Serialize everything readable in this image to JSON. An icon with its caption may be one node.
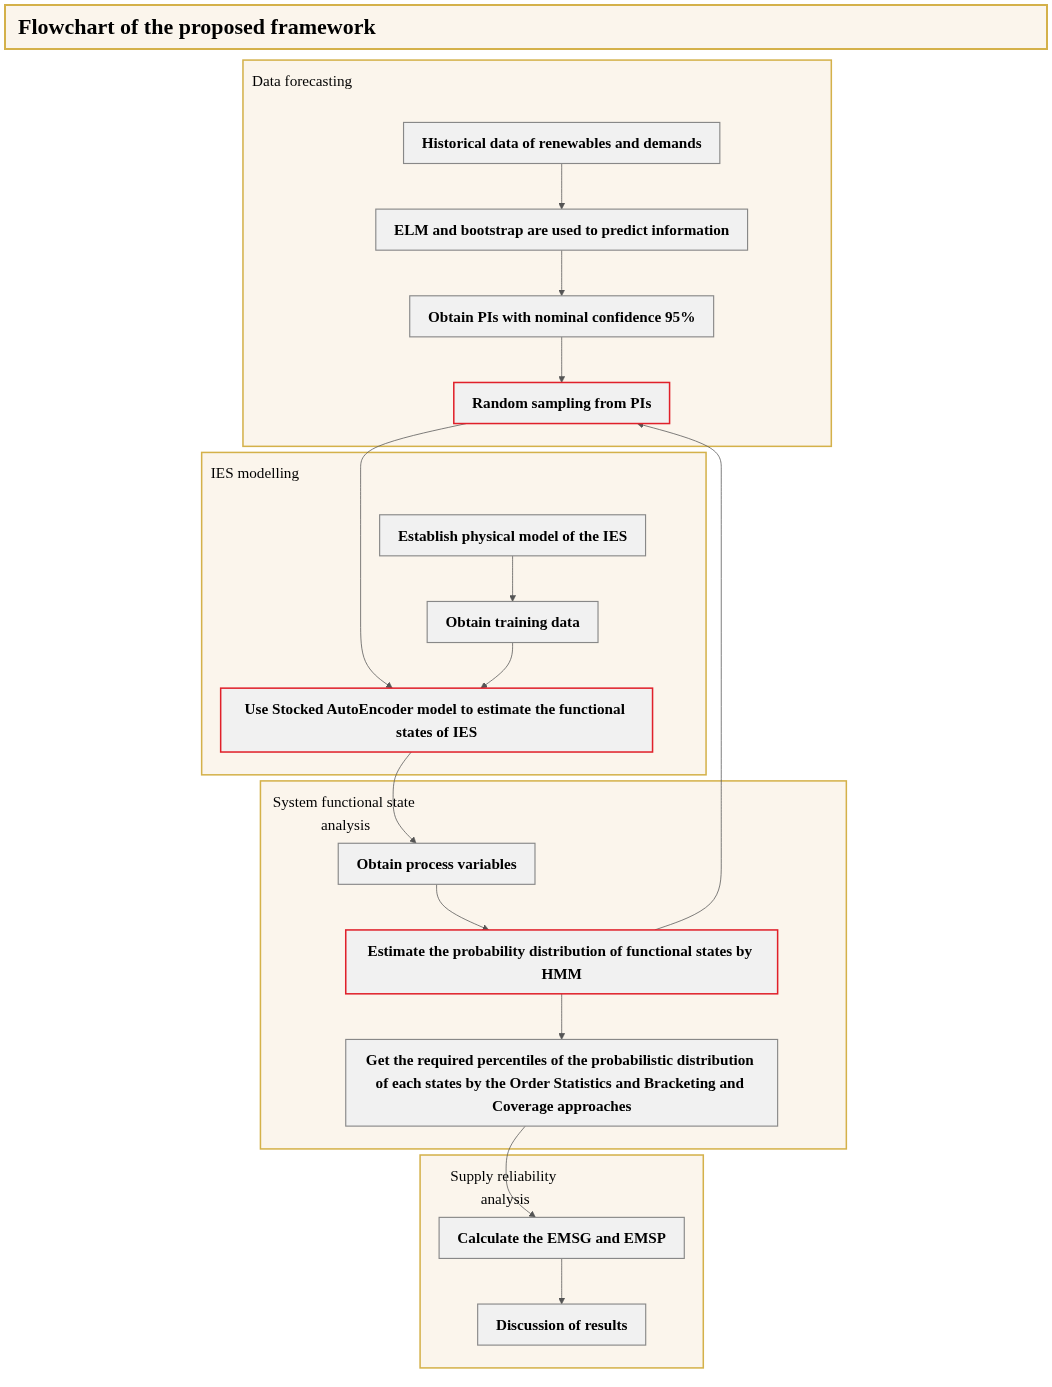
{
  "diagram": {
    "title": "Flowchart of the proposed framework",
    "nodes": [
      {
        "text": [
          "Data forecasting"
        ]
      },
      {
        "text": [
          "Historical data of renewables and demands"
        ],
        "in": 0
      },
      {
        "text": [
          "ELM and bootstrap are used to predict information"
        ],
        "in": 0
      },
      {
        "text": [
          "Obtain PIs with nominal confidence 95%"
        ],
        "in": 0
      },
      {
        "text": [
          "Random sampling from PIs"
        ],
        "in": 0
      },
      {
        "text": [
          "IES modelling"
        ]
      },
      {
        "text": [
          "Establish physical model of the IES"
        ],
        "in": 5
      },
      {
        "text": [
          "Obtain training data"
        ],
        "in": 5
      },
      {
        "text": [
          "Use Stocked AutoEncoder model to estimate the functional states of IES"
        ],
        "in": 5
      },
      {
        "text": [
          "System functional state analysis"
        ]
      },
      {
        "text": [
          "Obtain process variables"
        ],
        "in": 9
      },
      {
        "text": [
          "Estimate the probability distribution of functional states by HMM"
        ],
        "in": 9
      },
      {
        "text": [
          "Get the required percentiles of the probabilistic distribution of each states by the Order Statistics and Bracketing and Coverage approaches"
        ],
        "in": 9
      },
      {
        "text": [
          "Supply reliability analysis"
        ]
      },
      {
        "text": [
          "Calculate the EMSG and EMSP"
        ],
        "in": 13
      },
      {
        "text": [
          "Discussion of results"
        ],
        "in": 13
      }
    ],
    "edges": [
      {
        "from": 1,
        "to": 2,
        "arrow": "to"
      },
      {
        "from": 2,
        "to": 3,
        "arrow": "to"
      },
      {
        "from": 3,
        "to": 4,
        "arrow": "to"
      },
      {
        "from": 4,
        "to": 8,
        "arrow": "to"
      },
      {
        "from": 6,
        "to": 7,
        "arrow": "to"
      },
      {
        "from": 7,
        "to": 8,
        "arrow": "to"
      },
      {
        "from": 8,
        "to": 10,
        "arrow": "to"
      },
      {
        "from": 10,
        "to": 11,
        "arrow": "to"
      },
      {
        "from": 11,
        "to": 4,
        "arrow": "to"
      },
      {
        "from": 11,
        "to": 12,
        "arrow": "to"
      },
      {
        "from": 12,
        "to": 14,
        "arrow": "to"
      },
      {
        "from": 14,
        "to": 15,
        "arrow": "to"
      }
    ]
  }
}
